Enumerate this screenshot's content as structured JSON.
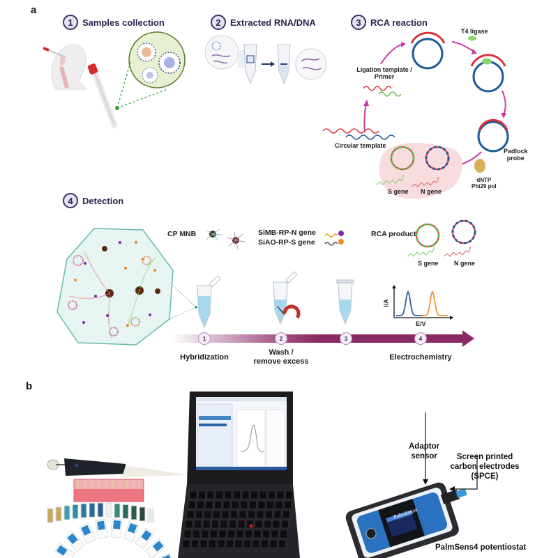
{
  "panels": {
    "a": {
      "label": "a"
    },
    "b": {
      "label": "b"
    }
  },
  "steps": [
    {
      "number": "1",
      "title": "Samples collection"
    },
    {
      "number": "2",
      "title": "Extracted RNA/DNA"
    },
    {
      "number": "3",
      "title": "RCA reaction"
    },
    {
      "number": "4",
      "title": "Detection"
    }
  ],
  "rca": {
    "t4_ligase": "T4 ligase",
    "ligation_template_line1": "Ligation template /",
    "ligation_template_line2": "Primer",
    "circular_template": "Circular template",
    "padlock_line1": "Padlock",
    "padlock_line2": "probe",
    "dntp": "dNTP",
    "phi29": "Phi29 pol",
    "s_gene": "S gene",
    "n_gene": "N gene"
  },
  "detection": {
    "cp_mnb": "CP MNB",
    "simb": "SiMB-RP-N gene",
    "siao": "SiAO-RP-S gene",
    "rca_product": "RCA product",
    "s_gene": "S gene",
    "n_gene": "N gene",
    "plot_ylabel": "I/A",
    "plot_xlabel": "E/V",
    "timeline": [
      {
        "number": "1",
        "label_line1": "Hybridization",
        "label_line2": ""
      },
      {
        "number": "2",
        "label_line1": "Wash /",
        "label_line2": "remove excess"
      },
      {
        "number": "3",
        "label_line1": "",
        "label_line2": ""
      },
      {
        "number": "4",
        "label_line1": "Electrochemistry",
        "label_line2": ""
      }
    ]
  },
  "photo": {
    "adaptor_line1": "Adaptor",
    "adaptor_line2": "sensor",
    "spce_line1": "Screen printed",
    "spce_line2": "carbon electrodes",
    "spce_line3": "(SPCE)",
    "device_brand": "PalmSens4",
    "device_caption": "PalmSens4 potentiostat"
  },
  "colors": {
    "step_circle": "#3b3266",
    "arrow_magenta": "#c63aa0",
    "timeline": "#8a2a64",
    "dna_red": "#d9313c",
    "dna_blue": "#1f5a9a",
    "dna_green": "#5cbf4a",
    "bead_brown": "#5a2a12",
    "peak_blue": "#2a5d9c",
    "peak_orange": "#e8943a"
  }
}
